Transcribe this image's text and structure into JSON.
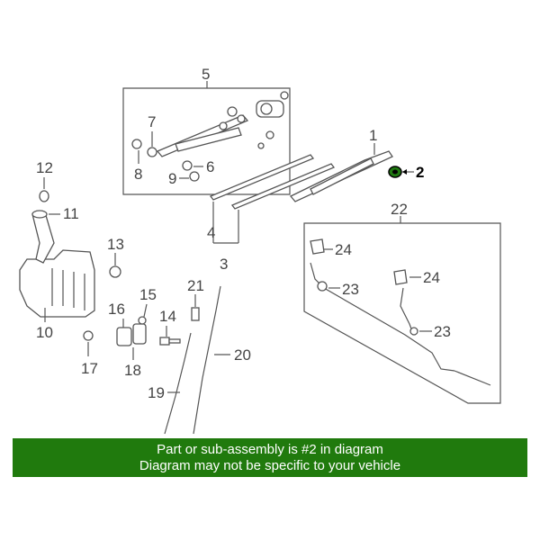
{
  "callouts": {
    "c1": "1",
    "c2": "2",
    "c3": "3",
    "c4": "4",
    "c5": "5",
    "c6": "6",
    "c7": "7",
    "c8": "8",
    "c9": "9",
    "c10": "10",
    "c11": "11",
    "c12": "12",
    "c13": "13",
    "c14": "14",
    "c15": "15",
    "c16": "16",
    "c17": "17",
    "c18": "18",
    "c19": "19",
    "c20": "20",
    "c21": "21",
    "c22": "22",
    "c23a": "23",
    "c23b": "23",
    "c24a": "24",
    "c24b": "24"
  },
  "highlight_part": "2",
  "colors": {
    "banner_bg": "#207a0d",
    "banner_text": "#ffffff",
    "highlight": "#1f7a10"
  },
  "banner": {
    "line1": "Part or sub-assembly is #2 in diagram",
    "line2": "Diagram may not be specific to your vehicle"
  }
}
